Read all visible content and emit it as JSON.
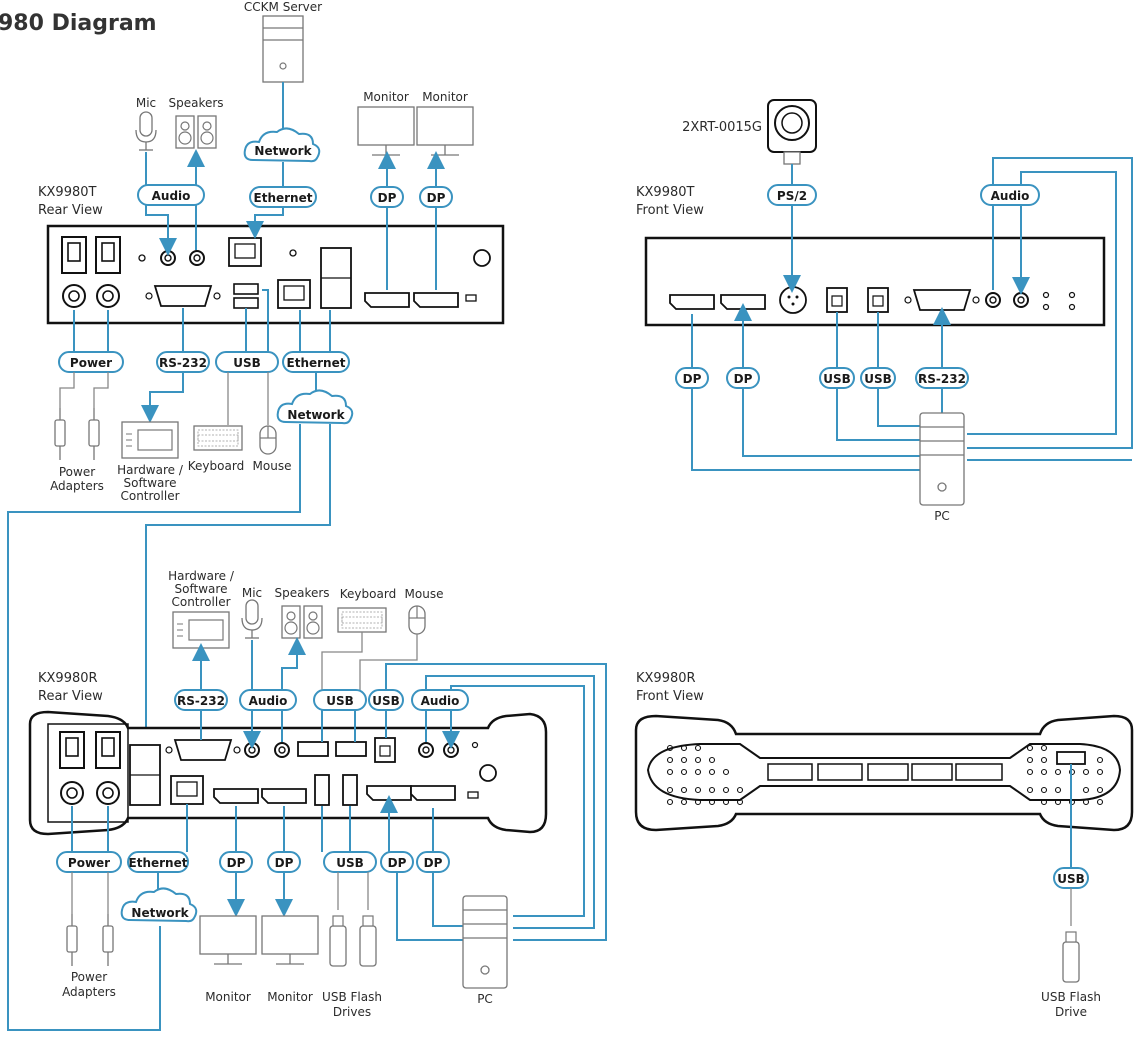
{
  "title": "980 Diagram",
  "devices": {
    "tx_rear": {
      "line1": "KX9980T",
      "line2": "Rear View"
    },
    "tx_front": {
      "line1": "KX9980T",
      "line2": "Front View"
    },
    "rx_rear": {
      "line1": "KX9980R",
      "line2": "Rear View"
    },
    "rx_front": {
      "line1": "KX9980R",
      "line2": "Front View"
    }
  },
  "peripherals": {
    "cckm_server": "CCKM Server",
    "mic": "Mic",
    "speakers": "Speakers",
    "monitor": "Monitor",
    "hw_controller": [
      "Hardware /",
      "Software",
      "Controller"
    ],
    "keyboard": "Keyboard",
    "mouse": "Mouse",
    "power_adapters": [
      "Power",
      "Adapters"
    ],
    "usb_flash_drives": [
      "USB Flash",
      "Drives"
    ],
    "usb_flash_drive": [
      "USB Flash",
      "Drive"
    ],
    "pc": "PC",
    "module": "2XRT-0015G"
  },
  "cables": {
    "network": "Network",
    "ethernet": "Ethernet",
    "audio": "Audio",
    "dp": "DP",
    "power": "Power",
    "rs232": "RS-232",
    "usb": "USB",
    "ps2": "PS/2"
  },
  "colors": {
    "cable": "#3a93c0",
    "device": "#111111"
  }
}
